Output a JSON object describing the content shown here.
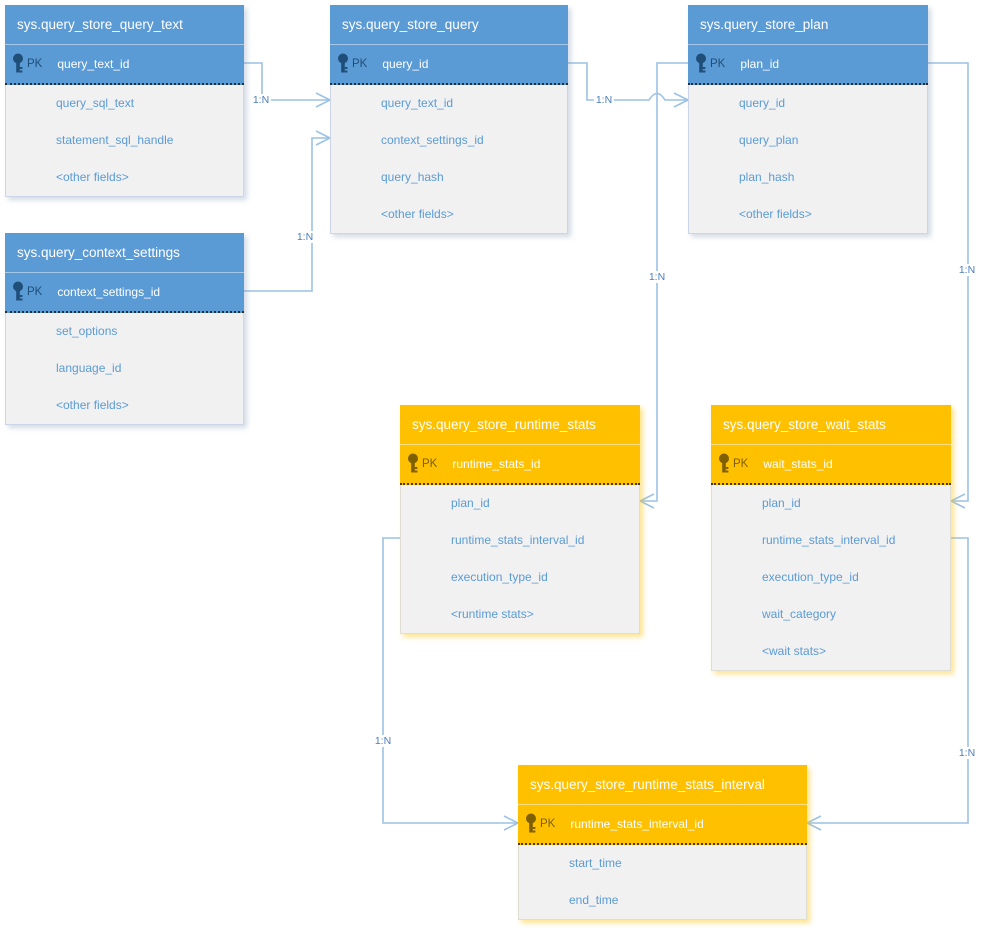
{
  "colors": {
    "blue_header": "#5B9BD5",
    "blue_key": "#1F4E79",
    "orange_header": "#FFC000",
    "orange_key": "#7F6000",
    "body_background": "#F1F1F1",
    "field_text": "#5B9BD5",
    "connector_line": "#9CC2E5",
    "cardinality_text": "#4A7EBB"
  },
  "tables": {
    "query_text": {
      "name": "sys.query_store_query_text",
      "theme": "blue",
      "pk_label": "PK",
      "pk_field": "query_text_id",
      "fields": [
        "query_sql_text",
        "statement_sql_handle",
        "<other fields>"
      ]
    },
    "query": {
      "name": "sys.query_store_query",
      "theme": "blue",
      "pk_label": "PK",
      "pk_field": "query_id",
      "fields": [
        "query_text_id",
        "context_settings_id",
        "query_hash",
        "<other fields>"
      ]
    },
    "plan": {
      "name": "sys.query_store_plan",
      "theme": "blue",
      "pk_label": "PK",
      "pk_field": "plan_id",
      "fields": [
        "query_id",
        "query_plan",
        "plan_hash",
        "<other fields>"
      ]
    },
    "context_settings": {
      "name": "sys.query_context_settings",
      "theme": "blue",
      "pk_label": "PK",
      "pk_field": "context_settings_id",
      "fields": [
        "set_options",
        "language_id",
        "<other fields>"
      ]
    },
    "runtime_stats": {
      "name": "sys.query_store_runtime_stats",
      "theme": "orange",
      "pk_label": "PK",
      "pk_field": "runtime_stats_id",
      "fields": [
        "plan_id",
        "runtime_stats_interval_id",
        "execution_type_id",
        "<runtime stats>"
      ]
    },
    "wait_stats": {
      "name": "sys.query_store_wait_stats",
      "theme": "orange",
      "pk_label": "PK",
      "pk_field": "wait_stats_id",
      "fields": [
        "plan_id",
        "runtime_stats_interval_id",
        "execution_type_id",
        "wait_category",
        "<wait stats>"
      ]
    },
    "interval": {
      "name": "sys.query_store_runtime_stats_interval",
      "theme": "orange",
      "pk_label": "PK",
      "pk_field": "runtime_stats_interval_id",
      "fields": [
        "start_time",
        "end_time"
      ]
    }
  },
  "connectors": [
    {
      "label": "1:N",
      "from": "sys.query_store_query_text.query_text_id",
      "to": "sys.query_store_query.query_text_id"
    },
    {
      "label": "1:N",
      "from": "sys.query_context_settings.context_settings_id",
      "to": "sys.query_store_query.context_settings_id"
    },
    {
      "label": "1:N",
      "from": "sys.query_store_query.query_id",
      "to": "sys.query_store_plan.query_id"
    },
    {
      "label": "1:N",
      "from": "sys.query_store_plan.plan_id",
      "to": "sys.query_store_runtime_stats.plan_id"
    },
    {
      "label": "1:N",
      "from": "sys.query_store_plan.plan_id",
      "to": "sys.query_store_wait_stats.plan_id"
    },
    {
      "label": "1:N",
      "from": "sys.query_store_runtime_stats_interval.runtime_stats_interval_id",
      "to": "sys.query_store_runtime_stats.runtime_stats_interval_id"
    },
    {
      "label": "1:N",
      "from": "sys.query_store_runtime_stats_interval.runtime_stats_interval_id",
      "to": "sys.query_store_wait_stats.runtime_stats_interval_id"
    }
  ]
}
